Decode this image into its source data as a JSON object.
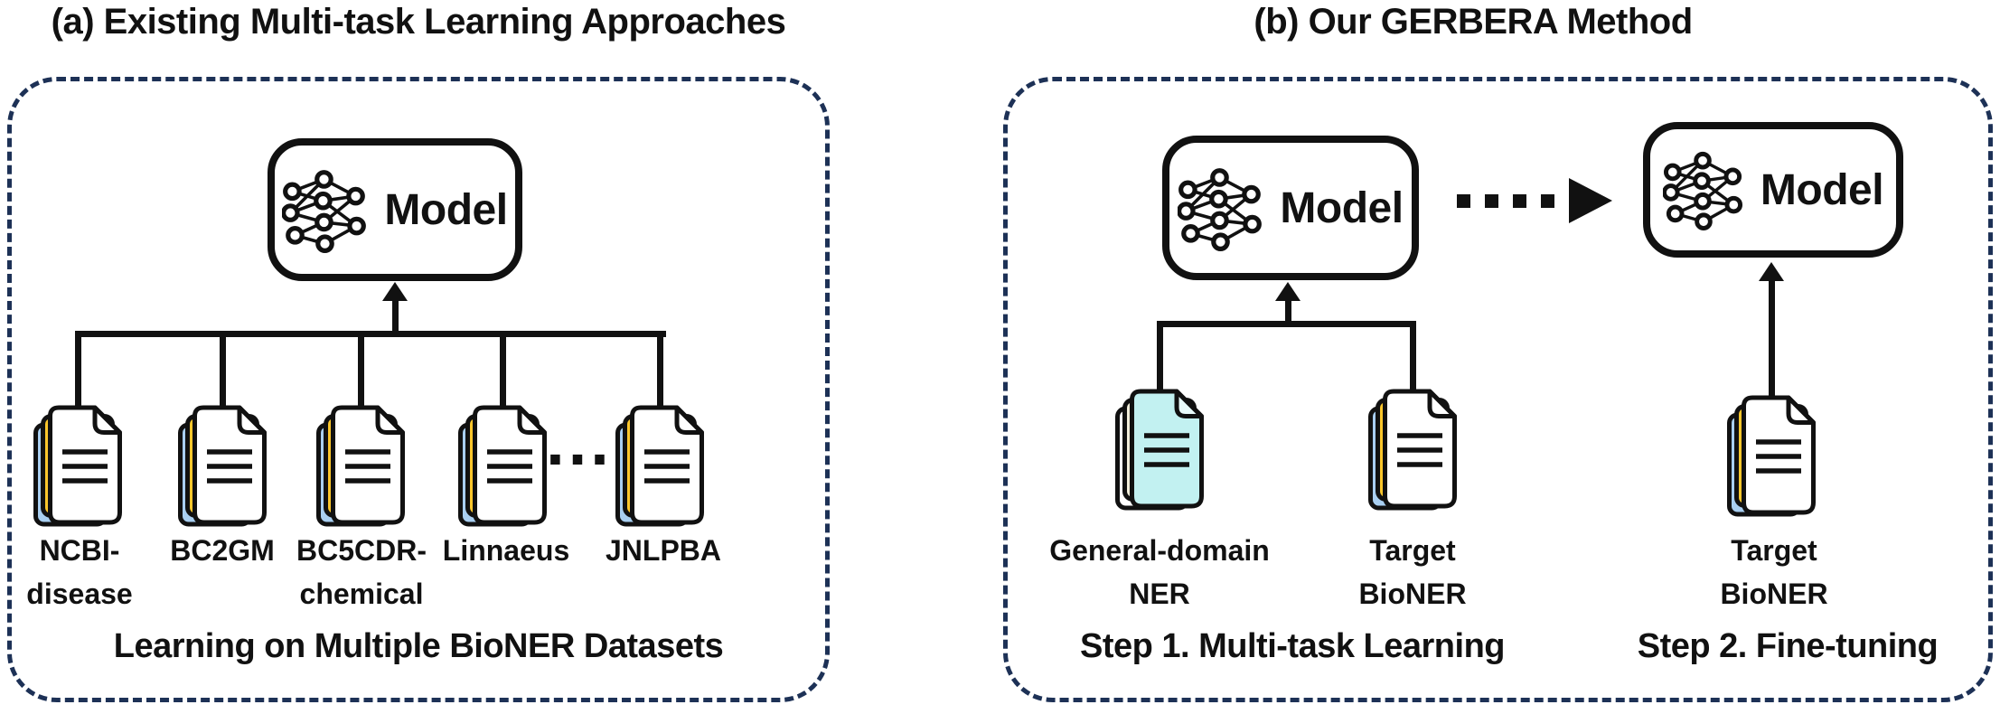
{
  "colors": {
    "background": "#ffffff",
    "outline": "#111111",
    "dashed_border": "#1d3156",
    "doc_back_blue": "#A9CFF1",
    "doc_mid_yellow": "#FCC62B",
    "doc_front_white": "#ffffff",
    "doc_front_cyan": "#C2F1F1",
    "doc_mid_cream": "#F2EEDA"
  },
  "panel_a": {
    "title": "(a) Existing Multi-task Learning Approaches",
    "model_label": "Model",
    "datasets": [
      {
        "line1": "NCBI-",
        "line2": "disease"
      },
      {
        "line1": "BC2GM",
        "line2": ""
      },
      {
        "line1": "BC5CDR-",
        "line2": "chemical"
      },
      {
        "line1": "Linnaeus",
        "line2": ""
      },
      {
        "line1": "JNLPBA",
        "line2": ""
      }
    ],
    "ellipsis": "...",
    "caption": "Learning on Multiple BioNER Datasets"
  },
  "panel_b": {
    "title": "(b) Our GERBERA Method",
    "step1": {
      "model_label": "Model",
      "datasets": [
        {
          "line1": "General-domain",
          "line2": "NER"
        },
        {
          "line1": "Target",
          "line2": "BioNER"
        }
      ],
      "caption": "Step 1. Multi-task Learning"
    },
    "step2": {
      "model_label": "Model",
      "datasets": [
        {
          "line1": "Target",
          "line2": "BioNER"
        }
      ],
      "caption": "Step 2. Fine-tuning"
    }
  }
}
